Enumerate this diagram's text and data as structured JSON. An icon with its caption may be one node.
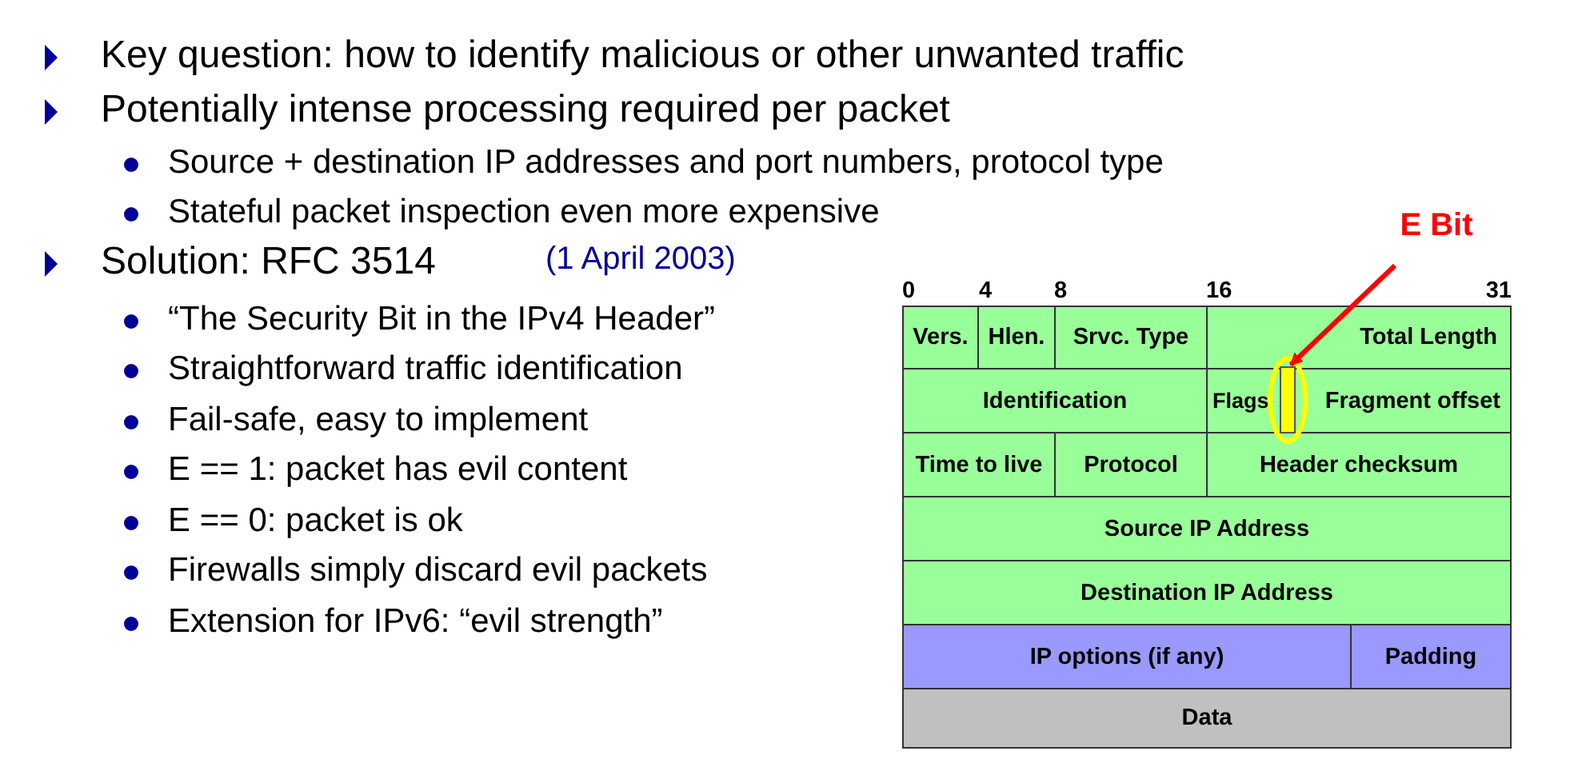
{
  "diagram": {
    "nodes": [
      {
        "text": [
          "E Bit"
        ]
      },
      {
        "text": [],
        "shape": "bar"
      }
    ],
    "edges": [
      {
        "from": 0,
        "to": 1,
        "arrow": "to",
        "color": "#ff0000"
      }
    ],
    "labels": [
      "Key question: how to identify malicious or other unwanted traffic",
      "Potentially intense processing required per packet",
      "Source + destination IP addresses and port numbers, protocol type",
      "Stateful packet inspection even more expensive",
      "Solution: RFC 3514",
      "(1 April 2003)",
      "“The Security Bit in the IPv4 Header”",
      "Straightforward traffic identification",
      "Fail-safe, easy to implement",
      "E == 1: packet has evil content",
      "E == 0: packet is ok",
      "Firewalls simply discard evil packets",
      "Extension for IPv6: “evil strength”",
      "0",
      "4",
      "8",
      "16",
      "31",
      "Vers.",
      "Hlen.",
      "Srvc. Type",
      "Total Length",
      "Identification",
      "Flags",
      "Fragment offset",
      "Time to live",
      "Protocol",
      "Header checksum",
      "Source IP Address",
      "Destination IP Address",
      "IP options (if any)",
      "Padding",
      "Data"
    ]
  }
}
